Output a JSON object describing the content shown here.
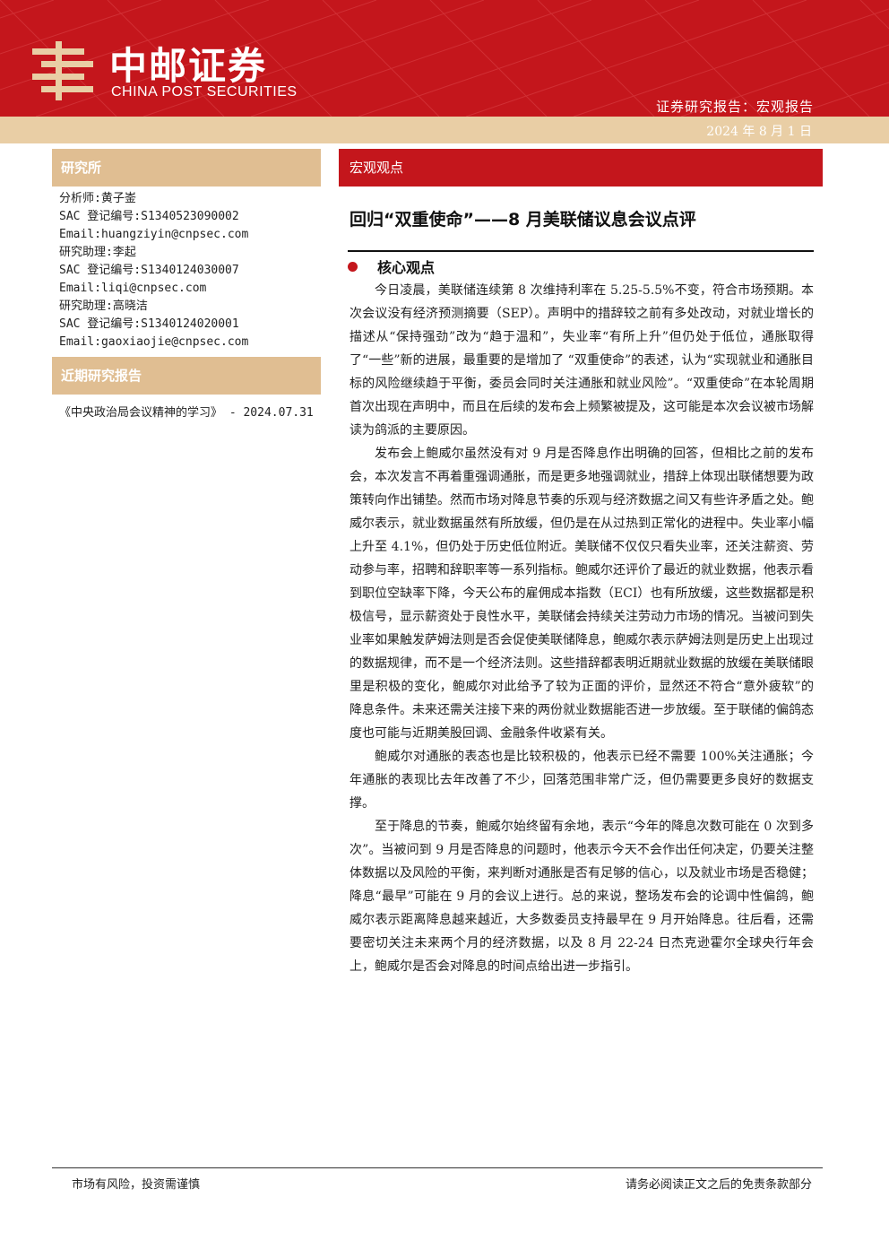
{
  "header": {
    "brand_cn": "中邮证券",
    "brand_en": "CHINA POST SECURITIES",
    "report_type": "证券研究报告：宏观报告",
    "date": "2024 年 8 月 1 日",
    "colors": {
      "primary_red": "#c4161c",
      "beige": "#e0be92",
      "light_beige": "#e9cea5"
    }
  },
  "sidebar": {
    "institute_title": "研究所",
    "analysts": [
      "分析师:黄子崟",
      "SAC 登记编号:S1340523090002",
      "Email:huangziyin@cnpsec.com",
      "研究助理:李起",
      "SAC 登记编号:S1340124030007",
      "Email:liqi@cnpsec.com",
      "研究助理:高晓洁",
      "SAC 登记编号:S1340124020001",
      "Email:gaoxiaojie@cnpsec.com"
    ],
    "recent_title": "近期研究报告",
    "recent_report": "《中央政治局会议精神的学习》 - 2024.07.31"
  },
  "main": {
    "section_label": "宏观观点",
    "title": "回归“双重使命”——8 月美联储议息会议点评",
    "core_heading": "核心观点",
    "paragraphs": [
      "今日凌晨，美联储连续第 8 次维持利率在 5.25-5.5%不变，符合市场预期。本次会议没有经济预测摘要（SEP）。声明中的措辞较之前有多处改动，对就业增长的描述从“保持强劲”改为“趋于温和”，失业率“有所上升”但仍处于低位，通胀取得了“一些”新的进展，最重要的是增加了 “双重使命”的表述，认为“实现就业和通胀目标的风险继续趋于平衡，委员会同时关注通胀和就业风险”。“双重使命”在本轮周期首次出现在声明中，而且在后续的发布会上频繁被提及，这可能是本次会议被市场解读为鸽派的主要原因。",
      "发布会上鲍威尔虽然没有对 9 月是否降息作出明确的回答，但相比之前的发布会，本次发言不再着重强调通胀，而是更多地强调就业，措辞上体现出联储想要为政策转向作出铺垫。然而市场对降息节奏的乐观与经济数据之间又有些许矛盾之处。鲍威尔表示，就业数据虽然有所放缓，但仍是在从过热到正常化的进程中。失业率小幅上升至 4.1%，但仍处于历史低位附近。美联储不仅仅只看失业率，还关注薪资、劳动参与率，招聘和辞职率等一系列指标。鲍威尔还评价了最近的就业数据，他表示看到职位空缺率下降，今天公布的雇佣成本指数（ECI）也有所放缓，这些数据都是积极信号，显示薪资处于良性水平，美联储会持续关注劳动力市场的情况。当被问到失业率如果触发萨姆法则是否会促使美联储降息，鲍威尔表示萨姆法则是历史上出现过的数据规律，而不是一个经济法则。这些措辞都表明近期就业数据的放缓在美联储眼里是积极的变化，鲍威尔对此给予了较为正面的评价，显然还不符合“意外疲软”的降息条件。未来还需关注接下来的两份就业数据能否进一步放缓。至于联储的偏鸽态度也可能与近期美股回调、金融条件收紧有关。",
      "鲍威尔对通胀的表态也是比较积极的，他表示已经不需要 100%关注通胀；今年通胀的表现比去年改善了不少，回落范围非常广泛，但仍需要更多良好的数据支撑。",
      "至于降息的节奏，鲍威尔始终留有余地，表示“今年的降息次数可能在 0 次到多次”。当被问到 9 月是否降息的问题时，他表示今天不会作出任何决定，仍要关注整体数据以及风险的平衡，来判断对通胀是否有足够的信心，以及就业市场是否稳健；降息“最早”可能在 9 月的会议上进行。总的来说，整场发布会的论调中性偏鸽，鲍威尔表示距离降息越来越近，大多数委员支持最早在 9 月开始降息。往后看，还需要密切关注未来两个月的经济数据，以及 8 月 22-24 日杰克逊霍尔全球央行年会上，鲍威尔是否会对降息的时间点给出进一步指引。"
    ]
  },
  "footer": {
    "left": "市场有风险，投资需谨慎",
    "right": "请务必阅读正文之后的免责条款部分"
  }
}
